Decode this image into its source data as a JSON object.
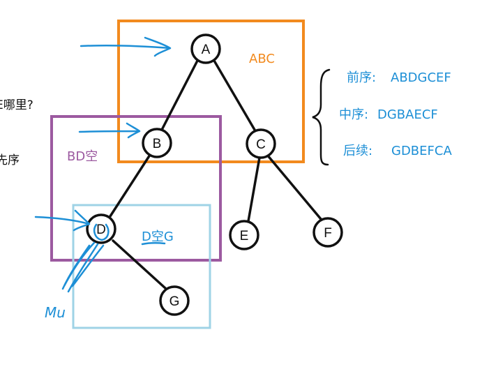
{
  "left_fragments": {
    "line1": "E哪里?",
    "line2": "先序"
  },
  "tree": {
    "nodes": [
      {
        "id": "A",
        "label": "A"
      },
      {
        "id": "B",
        "label": "B"
      },
      {
        "id": "C",
        "label": "C"
      },
      {
        "id": "D",
        "label": "D"
      },
      {
        "id": "E",
        "label": "E"
      },
      {
        "id": "F",
        "label": "F"
      },
      {
        "id": "G",
        "label": "G"
      }
    ],
    "edges": [
      [
        "A",
        "B"
      ],
      [
        "A",
        "C"
      ],
      [
        "B",
        "D"
      ],
      [
        "D",
        "G"
      ],
      [
        "C",
        "E"
      ],
      [
        "C",
        "F"
      ]
    ]
  },
  "annotations": {
    "abc": "ABC",
    "bd_empty": "BD空",
    "d_empty_g": "D空G",
    "scribble": "Mu"
  },
  "traversals": {
    "preorder": {
      "label": "前序:",
      "value": "ABDGCEF"
    },
    "inorder": {
      "label": "中序:",
      "value": "DGBAECF"
    },
    "postorder": {
      "label": "后续:",
      "value": "GDBEFCA"
    }
  },
  "colors": {
    "orange": "#f28a1e",
    "purple": "#9c5aa0",
    "lightblue": "#9fd3e6",
    "blue": "#1d8fd6",
    "black": "#111111"
  }
}
